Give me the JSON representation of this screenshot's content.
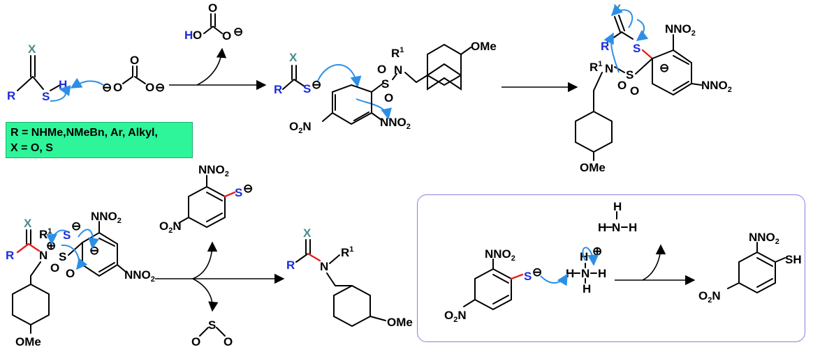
{
  "note": {
    "line1": "R = NHMe,NMeBn, Ar, Alkyl,",
    "line2": "X = O, S"
  },
  "labels": {
    "X": "X",
    "R": "R",
    "S": "S",
    "H": "H",
    "O": "O",
    "N": "N",
    "HO": "HO",
    "OMe": "OMe",
    "SH": "SH",
    "NO2": "NO",
    "O2N": "O",
    "sub2": "2",
    "R1": "R",
    "sup1": "1",
    "minus": "⊖",
    "plus": "⊕"
  },
  "colors": {
    "curly_arrow": "#2c8fe6",
    "new_bond": "#e2231a",
    "thioacid": "#1a2bdc",
    "x_atom": "#4b8a8a",
    "note_fill": "#2ef59a",
    "frame": "#8a7fe0"
  }
}
